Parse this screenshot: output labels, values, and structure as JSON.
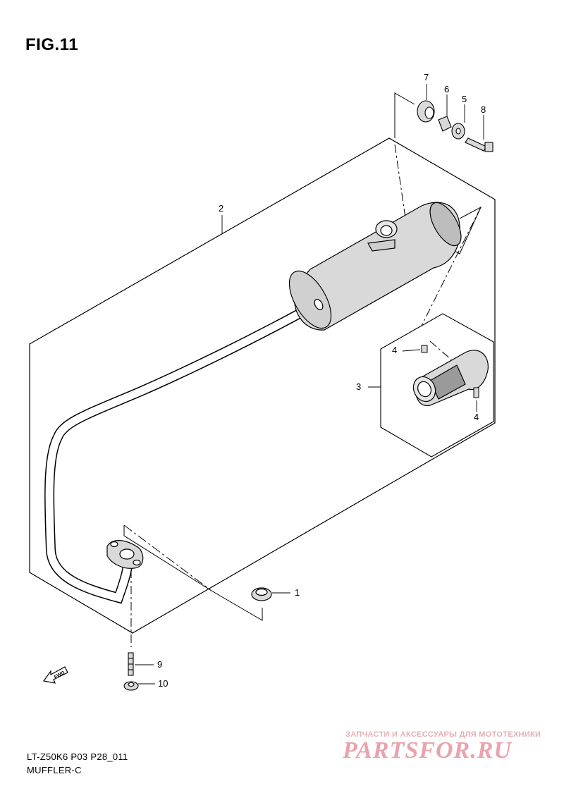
{
  "figure": {
    "title": "FIG.11"
  },
  "callouts": {
    "c1": "1",
    "c2": "2",
    "c3": "3",
    "c4a": "4",
    "c4b": "4",
    "c5": "5",
    "c6": "6",
    "c7": "7",
    "c8": "8",
    "c9": "9",
    "c10": "10"
  },
  "fwd_label": "FWD",
  "footer": {
    "model_code": "LT-Z50K6 P03 P28_011",
    "section_name": "MUFFLER-C"
  },
  "watermark": {
    "subtitle": "ЗАПЧАСТИ И АКСЕССУАРЫ ДЛЯ МОТОТЕХНИКИ",
    "brand": "PARTSFOR.RU",
    "color": "#e9a3ac"
  },
  "colors": {
    "line": "#000000",
    "part_fill": "#d9d9d9",
    "background": "#ffffff"
  }
}
